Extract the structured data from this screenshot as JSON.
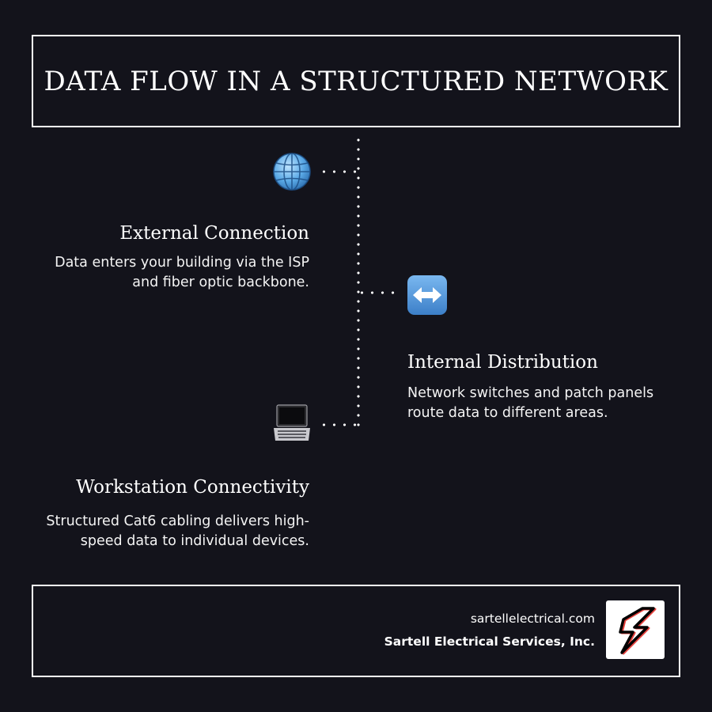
{
  "title": "DATA FLOW IN A STRUCTURED NETWORK",
  "steps": [
    {
      "icon": "globe-icon",
      "heading": "External Connection",
      "description": "Data enters your building via the ISP and fiber optic backbone."
    },
    {
      "icon": "left-right-arrow-icon",
      "heading": "Internal Distribution",
      "description": "Network switches and patch panels route data to different areas."
    },
    {
      "icon": "laptop-icon",
      "heading": "Workstation Connectivity",
      "description": "Structured Cat6 cabling delivers high-speed data to individual devices."
    }
  ],
  "footer": {
    "website": "sartellelectrical.com",
    "company": "Sartell Electrical Services, Inc.",
    "logo_icon": "lightning-bolt-logo"
  },
  "colors": {
    "background": "#13131b",
    "text": "#ffffff",
    "globe": "#5aa9e6",
    "arrow_tile": "#4a90d9",
    "logo_accent": "#e0201b"
  }
}
